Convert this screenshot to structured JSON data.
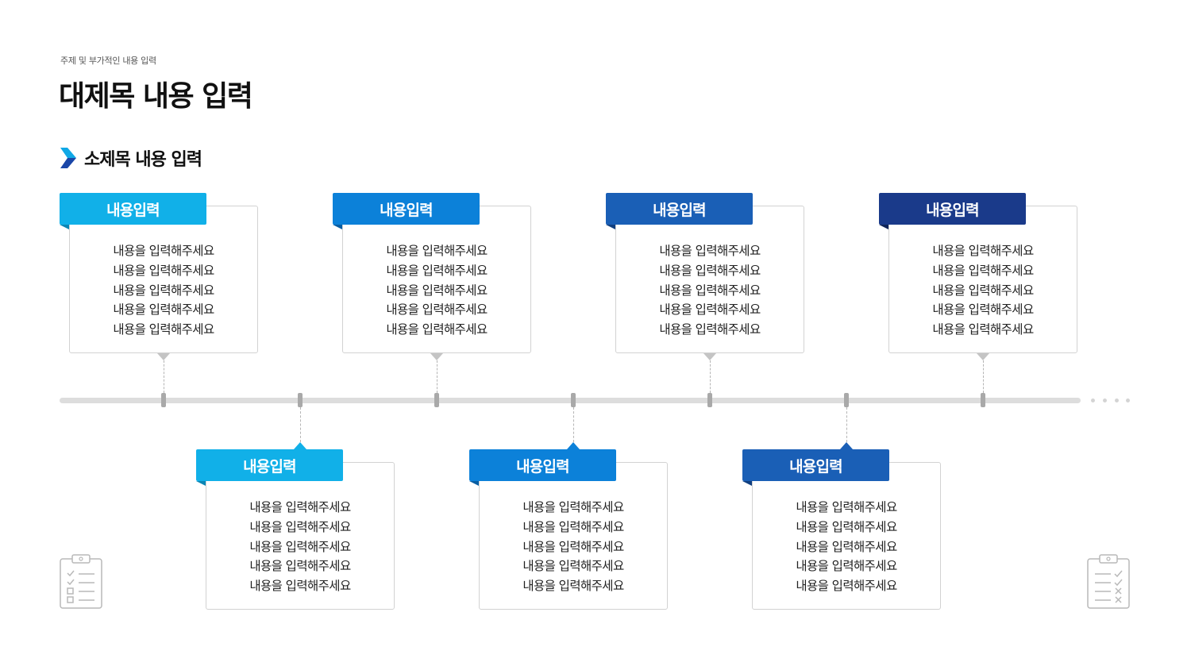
{
  "header": {
    "small_subtitle": "주제 및 부가적인 내용 입력",
    "main_title": "대제목 내용 입력"
  },
  "section": {
    "title": "소제목 내용 입력"
  },
  "colors": {
    "accent_1": "#11b0e8",
    "accent_2": "#0c81d9",
    "accent_3": "#1a5fb6",
    "accent_4": "#1a3a8a",
    "timeline": "#dddddd",
    "tick": "#a9a9a9"
  },
  "icons": [
    "clipboard-checklist-icon",
    "clipboard-check-cross-icon",
    "chevron-right-icon"
  ],
  "top_cards": [
    {
      "tag": "내용입력",
      "lines": [
        "내용을 입력해주세요",
        "내용을 입력해주세요",
        "내용을 입력해주세요",
        "내용을 입력해주세요",
        "내용을 입력해주세요"
      ]
    },
    {
      "tag": "내용입력",
      "lines": [
        "내용을 입력해주세요",
        "내용을 입력해주세요",
        "내용을 입력해주세요",
        "내용을 입력해주세요",
        "내용을 입력해주세요"
      ]
    },
    {
      "tag": "내용입력",
      "lines": [
        "내용을 입력해주세요",
        "내용을 입력해주세요",
        "내용을 입력해주세요",
        "내용을 입력해주세요",
        "내용을 입력해주세요"
      ]
    },
    {
      "tag": "내용입력",
      "lines": [
        "내용을 입력해주세요",
        "내용을 입력해주세요",
        "내용을 입력해주세요",
        "내용을 입력해주세요",
        "내용을 입력해주세요"
      ]
    }
  ],
  "bottom_cards": [
    {
      "tag": "내용입력",
      "lines": [
        "내용을 입력해주세요",
        "내용을 입력해주세요",
        "내용을 입력해주세요",
        "내용을 입력해주세요",
        "내용을 입력해주세요"
      ]
    },
    {
      "tag": "내용입력",
      "lines": [
        "내용을 입력해주세요",
        "내용을 입력해주세요",
        "내용을 입력해주세요",
        "내용을 입력해주세요",
        "내용을 입력해주세요"
      ]
    },
    {
      "tag": "내용입력",
      "lines": [
        "내용을 입력해주세요",
        "내용을 입력해주세요",
        "내용을 입력해주세요",
        "내용을 입력해주세요",
        "내용을 입력해주세요"
      ]
    }
  ]
}
